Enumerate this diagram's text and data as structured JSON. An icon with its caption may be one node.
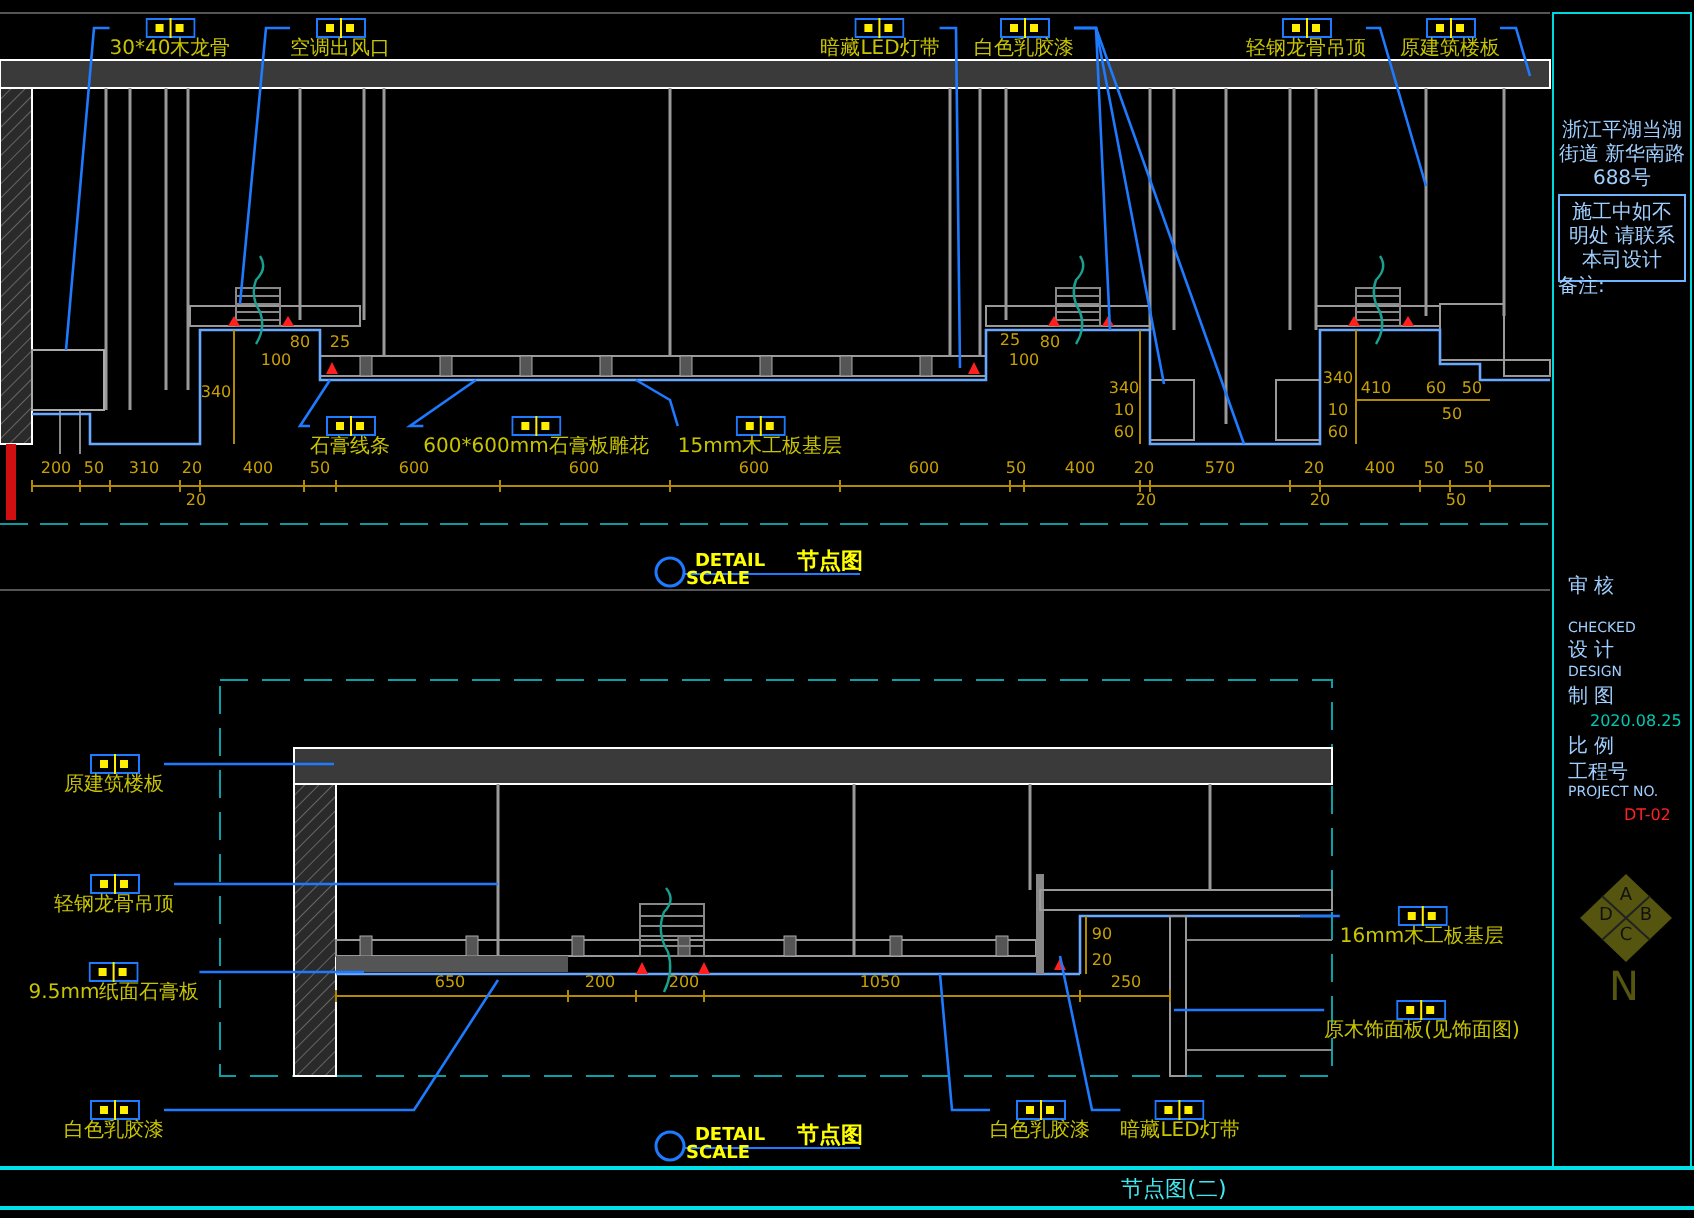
{
  "diagram": {
    "nodes": [
      {
        "text": [
          "30*40木龙骨"
        ]
      },
      {
        "text": [
          "空调出风口"
        ]
      },
      {
        "text": [
          "暗藏LED灯带"
        ]
      },
      {
        "text": [
          "白色乳胶漆"
        ]
      },
      {
        "text": [
          "轻钢龙骨吊顶"
        ]
      },
      {
        "text": [
          "原建筑楼板"
        ]
      },
      {
        "text": [
          "石膏线条"
        ]
      },
      {
        "text": [
          "600*600mm石膏板雕花"
        ]
      },
      {
        "text": [
          "15mm木工板基层"
        ]
      },
      {
        "text": [
          "原建筑楼板"
        ]
      },
      {
        "text": [
          "轻钢龙骨吊顶"
        ]
      },
      {
        "text": [
          "9.5mm纸面石膏板"
        ]
      },
      {
        "text": [
          "白色乳胶漆"
        ]
      },
      {
        "text": [
          "16mm木工板基层"
        ]
      },
      {
        "text": [
          "原木饰面板(见饰面图)"
        ]
      },
      {
        "text": [
          "白色乳胶漆"
        ]
      },
      {
        "text": [
          "暗藏LED灯带"
        ]
      }
    ],
    "edges": [
      {
        "from": 0,
        "to": null,
        "arrow": "none"
      },
      {
        "from": 1,
        "to": null,
        "arrow": "none"
      },
      {
        "from": 2,
        "to": null,
        "arrow": "none"
      },
      {
        "from": 3,
        "to": null,
        "arrow": "none"
      },
      {
        "from": 3,
        "to": null,
        "arrow": "none"
      },
      {
        "from": 3,
        "to": null,
        "arrow": "none"
      },
      {
        "from": 4,
        "to": null,
        "arrow": "none"
      },
      {
        "from": 5,
        "to": null,
        "arrow": "none"
      },
      {
        "from": 6,
        "to": null,
        "arrow": "none"
      },
      {
        "from": 7,
        "to": null,
        "arrow": "none"
      },
      {
        "from": 8,
        "to": null,
        "arrow": "none"
      },
      {
        "from": 9,
        "to": null,
        "arrow": "none"
      },
      {
        "from": 10,
        "to": null,
        "arrow": "none"
      },
      {
        "from": 11,
        "to": null,
        "arrow": "none"
      },
      {
        "from": 12,
        "to": null,
        "arrow": "none"
      },
      {
        "from": 13,
        "to": null,
        "arrow": "none"
      },
      {
        "from": 14,
        "to": null,
        "arrow": "none"
      },
      {
        "from": 15,
        "to": null,
        "arrow": "none"
      },
      {
        "from": 16,
        "to": null,
        "arrow": "none"
      }
    ],
    "labels": [
      "200",
      "50",
      "310",
      "20",
      "400",
      "50",
      "600",
      "600",
      "600",
      "600",
      "50",
      "400",
      "20",
      "570",
      "20",
      "400",
      "50",
      "50",
      "20",
      "20",
      "20",
      "50",
      "340",
      "80",
      "25",
      "100",
      "25",
      "100",
      "80",
      "340",
      "10",
      "60",
      "340",
      "10",
      "60",
      "410",
      "60",
      "50",
      "50",
      "DETAIL",
      "节点图",
      "SCALE",
      "650",
      "200",
      "200",
      "1050",
      "250",
      "90",
      "20",
      "DETAIL",
      "节点图",
      "SCALE",
      "浙江平湖当湖街道 新华南路688号",
      "施工中如不明处 请联系本司设计",
      "备注:",
      "审 核",
      "CHECKED",
      "设 计",
      "DESIGN",
      "制 图",
      "2020.08.25",
      "比 例",
      "工程号",
      "PROJECT NO.",
      "DT-02",
      "A",
      "D",
      "B",
      "C",
      "N",
      "节点图(二)"
    ]
  }
}
